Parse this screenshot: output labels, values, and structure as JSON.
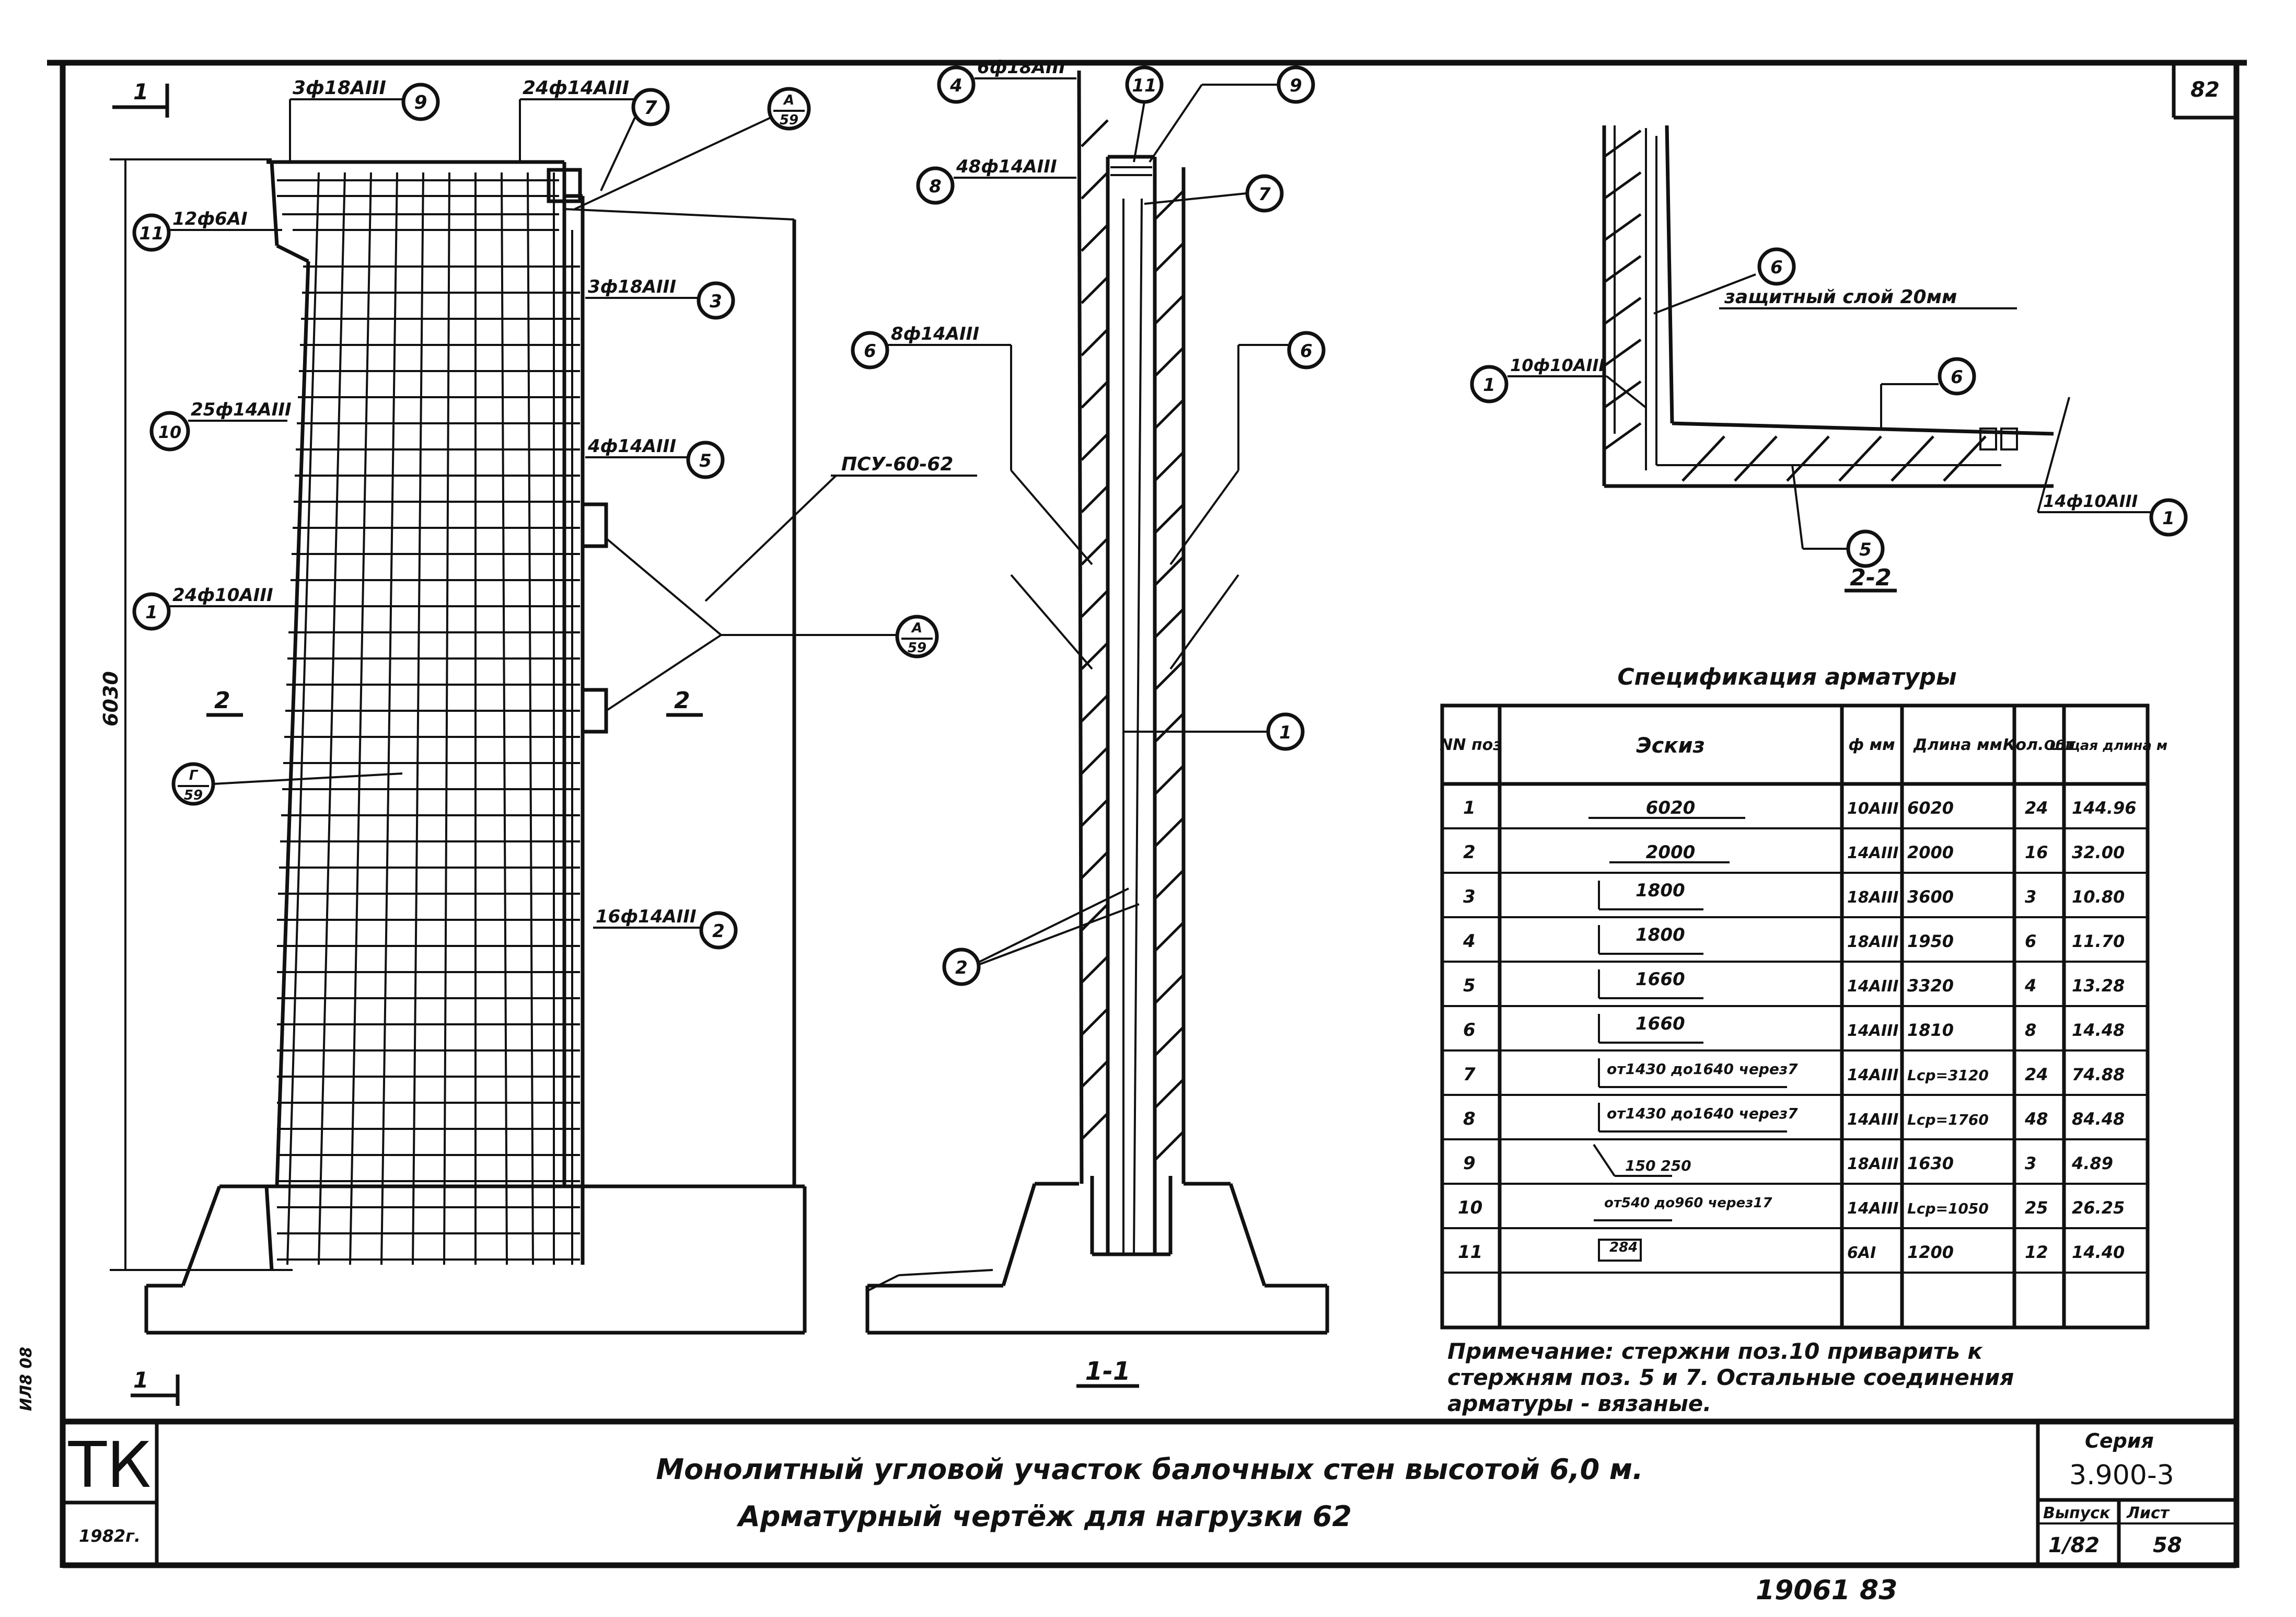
{
  "sheet": {
    "sheet_number": "82",
    "footer_numbers": "19061      83",
    "left_margin_code": "ИЛ8 08"
  },
  "views": {
    "section_mark_top": "1",
    "section_mark_bottom": "1",
    "height_dim": "6030",
    "view_2_left": "2",
    "view_2_right": "2",
    "section_title": "1-1",
    "detail_title": "2-2",
    "protective_layer": "защитный слой 20мм",
    "panel_mark": "ПСУ-60-62"
  },
  "callouts": {
    "elev_9": "3ф18АIII",
    "elev_7": "24ф14АIII",
    "elev_11": "12ф6АI",
    "elev_3": "3ф18АIII",
    "elev_10": "25ф14АIII",
    "elev_5": "4ф14АIII",
    "elev_1": "24ф10АIII",
    "elev_2": "16ф14АIII",
    "sec_4": "6ф18АIII",
    "sec_8": "48ф14АIII",
    "sec_6": "8ф14АIII",
    "det_1a": "10ф10АIII",
    "det_1b": "14ф10АIII",
    "n1": "1",
    "n2": "2",
    "n3": "3",
    "n4": "4",
    "n5": "5",
    "n6": "6",
    "n7": "7",
    "n8": "8",
    "n9": "9",
    "n10": "10",
    "n11": "11",
    "refA_top": "А",
    "refA_bot": "59",
    "refG_top": "Г",
    "refG_bot": "59"
  },
  "spec": {
    "title": "Спецификация арматуры",
    "headers": [
      "NN поз",
      "Эскиз",
      "ф мм",
      "Длина мм",
      "Кол. шт",
      "Общая длина м"
    ],
    "rows": [
      [
        "1",
        "6020",
        "10АIII",
        "6020",
        "24",
        "144.96"
      ],
      [
        "2",
        "2000",
        "14АIII",
        "2000",
        "16",
        "32.00"
      ],
      [
        "3",
        "1800",
        "18АIII",
        "3600",
        "3",
        "10.80"
      ],
      [
        "4",
        "1800",
        "18АIII",
        "1950",
        "6",
        "11.70"
      ],
      [
        "5",
        "1660",
        "14АIII",
        "3320",
        "4",
        "13.28"
      ],
      [
        "6",
        "1660",
        "14АIII",
        "1810",
        "8",
        "14.48"
      ],
      [
        "7",
        "от1430 до1640 через7",
        "14АIII",
        "Lср=3120",
        "24",
        "74.88"
      ],
      [
        "8",
        "от1430 до1640 через7",
        "14АIII",
        "Lср=1760",
        "48",
        "84.48"
      ],
      [
        "9",
        "150 250",
        "18АIII",
        "1630",
        "3",
        "4.89"
      ],
      [
        "10",
        "от540 до960 через17",
        "14АIII",
        "Lср=1050",
        "25",
        "26.25"
      ],
      [
        "11",
        "284",
        "6АI",
        "1200",
        "12",
        "14.40"
      ],
      [
        "",
        "",
        "",
        "",
        "",
        ""
      ]
    ]
  },
  "note": {
    "line1": "Примечание: стержни поз.10 приварить к",
    "line2": "стержням поз. 5 и 7. Остальные соединения",
    "line3": "арматуры - вязаные."
  },
  "title_block": {
    "logo": "ТК",
    "year": "1982г.",
    "title_line1": "Монолитный угловой участок балочных стен высотой 6,0 м.",
    "title_line2": "Арматурный чертёж для нагрузки 62",
    "series_label": "Серия",
    "series": "3.900-3",
    "issue_label": "Выпуск",
    "issue": "1/82",
    "sheet_label": "Лист",
    "sheet": "58"
  }
}
